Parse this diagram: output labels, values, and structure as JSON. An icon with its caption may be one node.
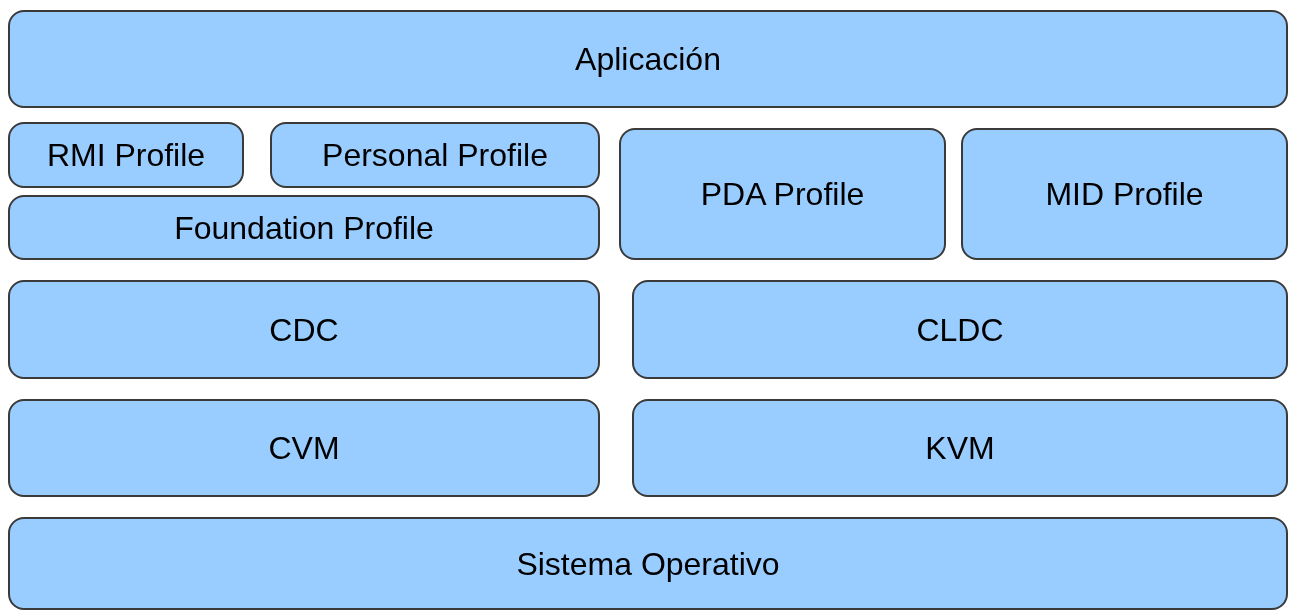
{
  "diagram": {
    "nodes": [
      {
        "text": [
          "Aplicación"
        ]
      },
      {
        "text": [
          "RMI Profile"
        ]
      },
      {
        "text": [
          "Personal Profile"
        ]
      },
      {
        "text": [
          "Foundation Profile"
        ]
      },
      {
        "text": [
          "PDA Profile"
        ]
      },
      {
        "text": [
          "MID Profile"
        ]
      },
      {
        "text": [
          "CDC"
        ]
      },
      {
        "text": [
          "CLDC"
        ]
      },
      {
        "text": [
          "CVM"
        ]
      },
      {
        "text": [
          "KVM"
        ]
      },
      {
        "text": [
          "Sistema Operativo"
        ]
      }
    ]
  }
}
